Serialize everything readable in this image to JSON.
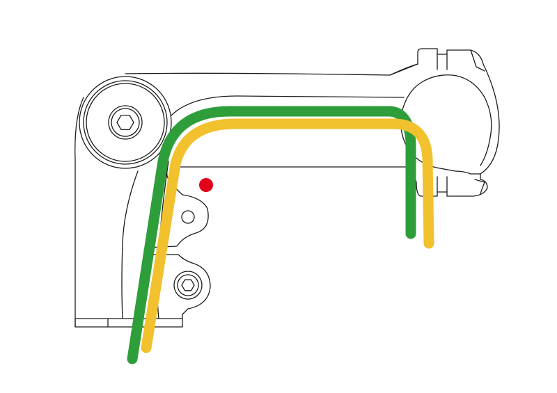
{
  "diagram": {
    "subject": "bicycle-quill-stem-line-drawing",
    "colors": {
      "line": "#1a1a1a",
      "background": "#ffffff",
      "route_green": "#2e9e3a",
      "route_yellow": "#f2c12e",
      "marker_red": "#e2001a"
    },
    "routes": [
      {
        "id": "green",
        "color_key": "route_green"
      },
      {
        "id": "yellow",
        "color_key": "route_yellow"
      }
    ],
    "marker": {
      "color_key": "marker_red"
    }
  }
}
